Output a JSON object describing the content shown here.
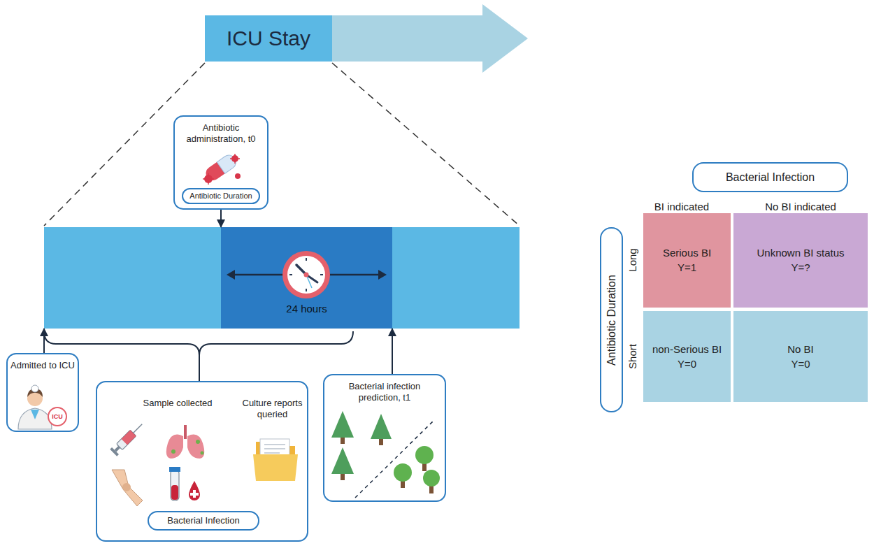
{
  "diagram": {
    "nodes": [
      {
        "text": [
          "ICU Stay"
        ]
      },
      {
        "text": [
          "Antibiotic administration, t0"
        ]
      },
      {
        "text": [
          "Antibiotic Duration"
        ],
        "in": 1
      },
      {
        "text": [
          "24 hours"
        ]
      },
      {
        "text": [
          "Admitted to ICU"
        ]
      },
      {
        "text": [
          "Sample collected",
          "Culture reports queried"
        ]
      },
      {
        "text": [
          "Bacterial Infection"
        ],
        "in": 5
      },
      {
        "text": [
          "Bacterial infection prediction, t1"
        ]
      },
      {
        "text": [
          "Bacterial Infection"
        ]
      },
      {
        "text": [
          "Antibiotic Duration"
        ]
      },
      {
        "text": [
          "Serious BI",
          "Y=1"
        ]
      },
      {
        "text": [
          "Unknown BI status",
          "Y=?"
        ]
      },
      {
        "text": [
          "non-Serious BI",
          "Y=0"
        ]
      },
      {
        "text": [
          "No BI",
          "Y=0"
        ]
      }
    ],
    "edges": [
      {
        "from": 1,
        "to": 3,
        "arrow": "to"
      },
      {
        "from": 4,
        "to": 3,
        "arrow": "to"
      },
      {
        "from": 7,
        "to": 3,
        "arrow": "to"
      }
    ],
    "labels": [
      "BI indicated",
      "No BI indicated",
      "Long",
      "Short",
      "ICU"
    ]
  }
}
